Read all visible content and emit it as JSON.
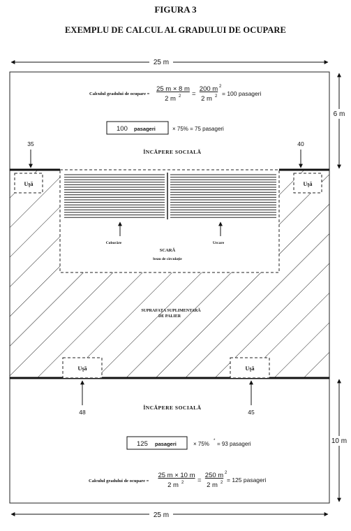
{
  "figure": {
    "title": "FIGURA 3",
    "subtitle": "EXEMPLU DE CALCUL AL GRADULUI DE OCUPARE"
  },
  "dimensions": {
    "width_top": "25 m",
    "width_bottom": "25 m",
    "top_height": "6 m",
    "bottom_height": "10 m"
  },
  "top_room": {
    "calc_label": "Calculul gradului de ocupare =",
    "numerator1": "25 m × 8 m",
    "denominator1": "2 m",
    "sup1": "2",
    "equals1": "=",
    "numerator2": "200 m",
    "sup2": "2",
    "denominator2": "2 m",
    "sup3": "2",
    "result": "= 100 pasageri",
    "box_number": "100",
    "box_unit": "pasageri",
    "percent_text": "× 75% = 75 pasageri",
    "room_name": "ÎNCĂPERE SOCIALĂ",
    "left_count": "35",
    "right_count": "40",
    "left_door": "Uşă",
    "right_door": "Uşă"
  },
  "stair": {
    "down_label": "Coborâre",
    "up_label": "Urcare",
    "name": "SCARĂ",
    "subname": "beau de circulaţie"
  },
  "landing": {
    "line1": "SUPRAFAŢA SUPLIMENTARĂ",
    "line2": "DE PALIER"
  },
  "bottom_room": {
    "left_door": "Uşă",
    "right_door": "Uşă",
    "left_count": "48",
    "right_count": "45",
    "room_name": "ÎNCĂPERE SOCIALĂ",
    "box_number": "125",
    "box_unit": "pasageri",
    "percent_text": "× 75%",
    "percent_mark": "*",
    "percent_result": "= 93 pasageri",
    "calc_label": "Calculul gradului de ocupare =",
    "numerator1": "25 m × 10 m",
    "denominator1": "2 m",
    "sup1": "2",
    "equals1": "=",
    "numerator2": "250 m",
    "sup2": "2",
    "denominator2": "2 m",
    "sup3": "2",
    "result": "= 125 pasageri"
  }
}
